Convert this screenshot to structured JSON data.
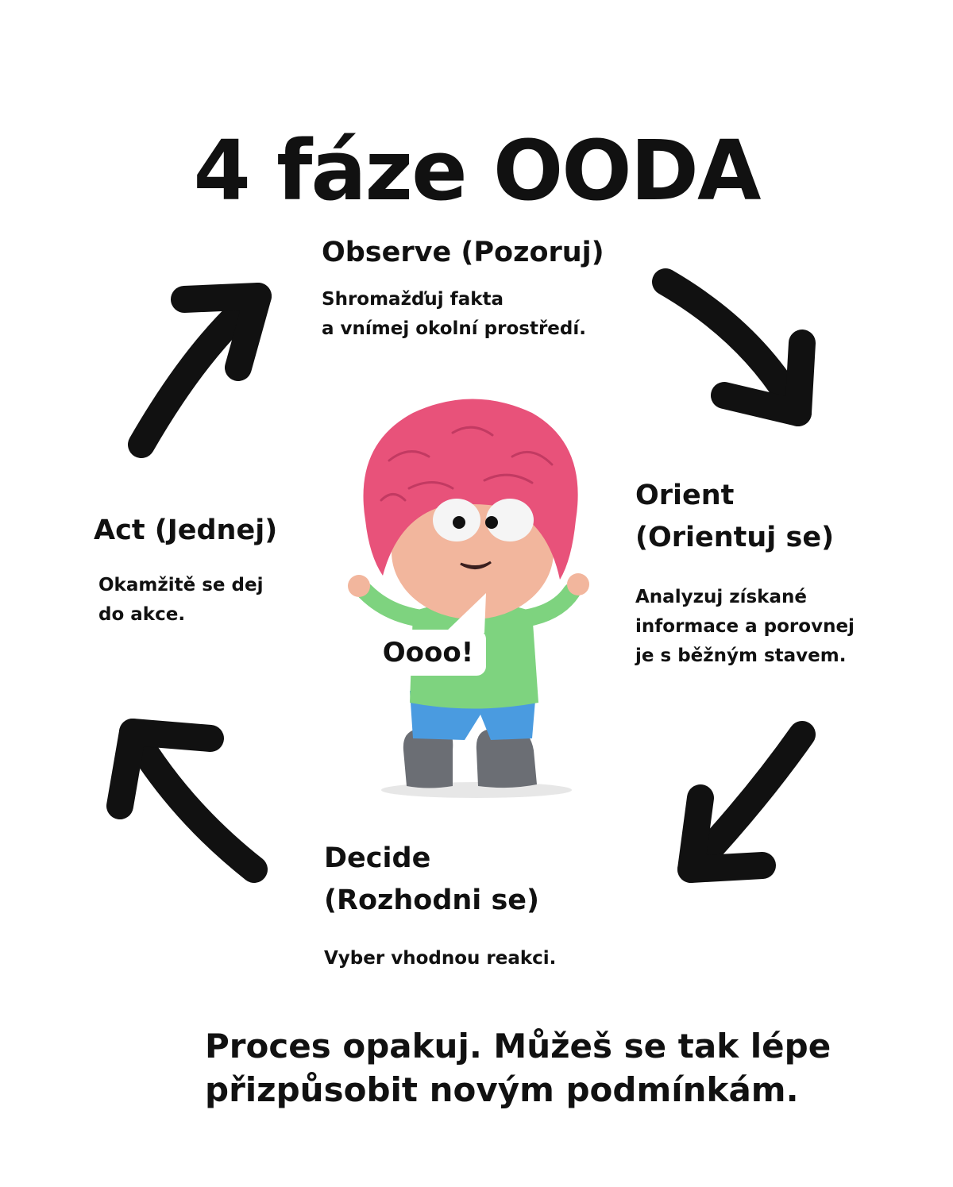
{
  "title": "4 fáze OODA",
  "phases": {
    "observe": {
      "title": "Observe (Pozoruj)",
      "desc": [
        "Shromažďuj fakta",
        "a vnímej okolní prostředí."
      ]
    },
    "orient": {
      "title": [
        "Orient",
        "(Orientuj se)"
      ],
      "desc": [
        "Analyzuj získané",
        "informace a porovnej",
        "je s běžným stavem."
      ]
    },
    "decide": {
      "title": [
        "Decide",
        "(Rozhodni se)"
      ],
      "desc": [
        "Vyber vhodnou reakci."
      ]
    },
    "act": {
      "title": "Act (Jednej)",
      "desc": [
        "Okamžitě se dej",
        "do akce."
      ]
    }
  },
  "character": {
    "speech": "Oooo!"
  },
  "footer": [
    "Proces opakuj. Můžeš se tak lépe",
    "přizpůsobit novým podmínkám."
  ],
  "colors": {
    "text": "#111111",
    "brain": "#e8527a",
    "shirt": "#7ed37f",
    "pants": "#4a9be0",
    "shoes": "#6b6e74"
  }
}
